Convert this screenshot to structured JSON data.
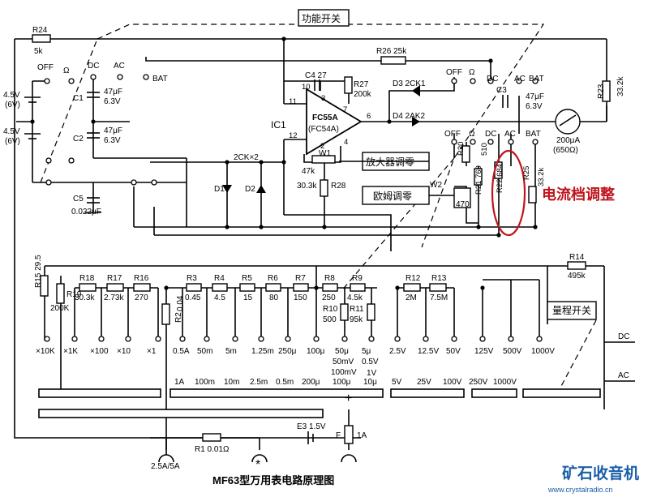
{
  "title": "MF63型万用表电路原理图",
  "function_switch": "功能开关",
  "range_switch": "量程开关",
  "ohm_adjust": "欧姆调零",
  "amp_adjust": "放大器调零",
  "annotation": "电流档调整",
  "watermark": {
    "brand": "矿石收音机",
    "url": "www.crystalradio.cn"
  },
  "ic": {
    "ref": "IC1",
    "model": "FC55A",
    "alt": "(FC54A)"
  },
  "components": {
    "R24": "R24",
    "R24v": "5k",
    "R26": "R26 25k",
    "R27": "R27",
    "R27v": "200k",
    "C4": "C4 27",
    "C1": "C1",
    "C2": "C2",
    "C3": "C3",
    "C5": "C5",
    "c12v": "47μF",
    "c12u": "6.3V",
    "c5v": "0.022μF",
    "bat": "4.5V",
    "batv": "(6V)",
    "D1": "D1",
    "D2": "D2",
    "D12": "2CK×2",
    "D3": "D3 2CK1",
    "D4": "D4 2AK2",
    "W1": "W1",
    "W1v": "47k",
    "W2": "W2",
    "W2v": "470",
    "R28": "R28",
    "R28v": "30.3k",
    "R23": "R23",
    "R23v": "33.2k",
    "R20": "R20",
    "R20v": "510",
    "R21": "R21 769",
    "R22": "R22 684",
    "R25": "R25",
    "R25v": "33.2k",
    "meter": "200μA",
    "meterv": "(650Ω)",
    "R14": "R14",
    "R14v": "495k",
    "R15": "R15 29.5",
    "R19": "R19",
    "R19v": "200K",
    "R18": "R18",
    "R18v": "30.3k",
    "R17": "R17",
    "R17v": "2.73k",
    "R16": "R16",
    "R16v": "270",
    "R2": "R2",
    "R2v": "0.04",
    "R3": "R3",
    "R3v": "0.45",
    "R4": "R4",
    "R4v": "4.5",
    "R5": "R5",
    "R5v": "15",
    "R6": "R6",
    "R6v": "80",
    "R7": "R7",
    "R7v": "150",
    "R8": "R8",
    "R8v": "250",
    "R9": "R9",
    "R9v": "4.5k",
    "R10": "R10",
    "R10v": "500",
    "R11": "R11",
    "R11v": "95k",
    "R12": "R12",
    "R12v": "2M",
    "R13": "R13",
    "R13v": "7.5M",
    "R1": "R1 0.01Ω",
    "E3": "E3 1.5V",
    "F": "F",
    "Fv": "1A",
    "pin10": "10",
    "pin3": "3",
    "pin7": "7",
    "pin11": "11",
    "pin6": "6",
    "pin12": "12",
    "pin4": "4",
    "pin2": "2"
  },
  "switch_labels": {
    "off": "OFF",
    "ohm": "Ω",
    "dc": "DC",
    "ac": "AC",
    "bat": "BAT"
  },
  "ohm_ranges": [
    "×10K",
    "×1K",
    "×100",
    "×10",
    "×1"
  ],
  "current_ranges": [
    "0.5A",
    "50m",
    "5m",
    "1.25m",
    "250μ",
    "100μ",
    "50μ",
    "5μ"
  ],
  "current_extra": [
    "50mV",
    "0.5V"
  ],
  "volt_ranges": [
    "2.5V",
    "12.5V",
    "50V",
    "125V",
    "500V",
    "1000V"
  ],
  "bar_current": [
    "1A",
    "100m",
    "10m",
    "2.5m",
    "0.5m",
    "200μ",
    "100μ",
    "1V",
    "10μ"
  ],
  "bar_current_top": "100mV",
  "bar_volt": [
    "5V",
    "25V",
    "100V",
    "250V",
    "1000V"
  ],
  "range_dc": "DC",
  "range_ac": "AC",
  "terminals": {
    "left": "2.5A/5A",
    "com": "*",
    "plus": "+"
  }
}
